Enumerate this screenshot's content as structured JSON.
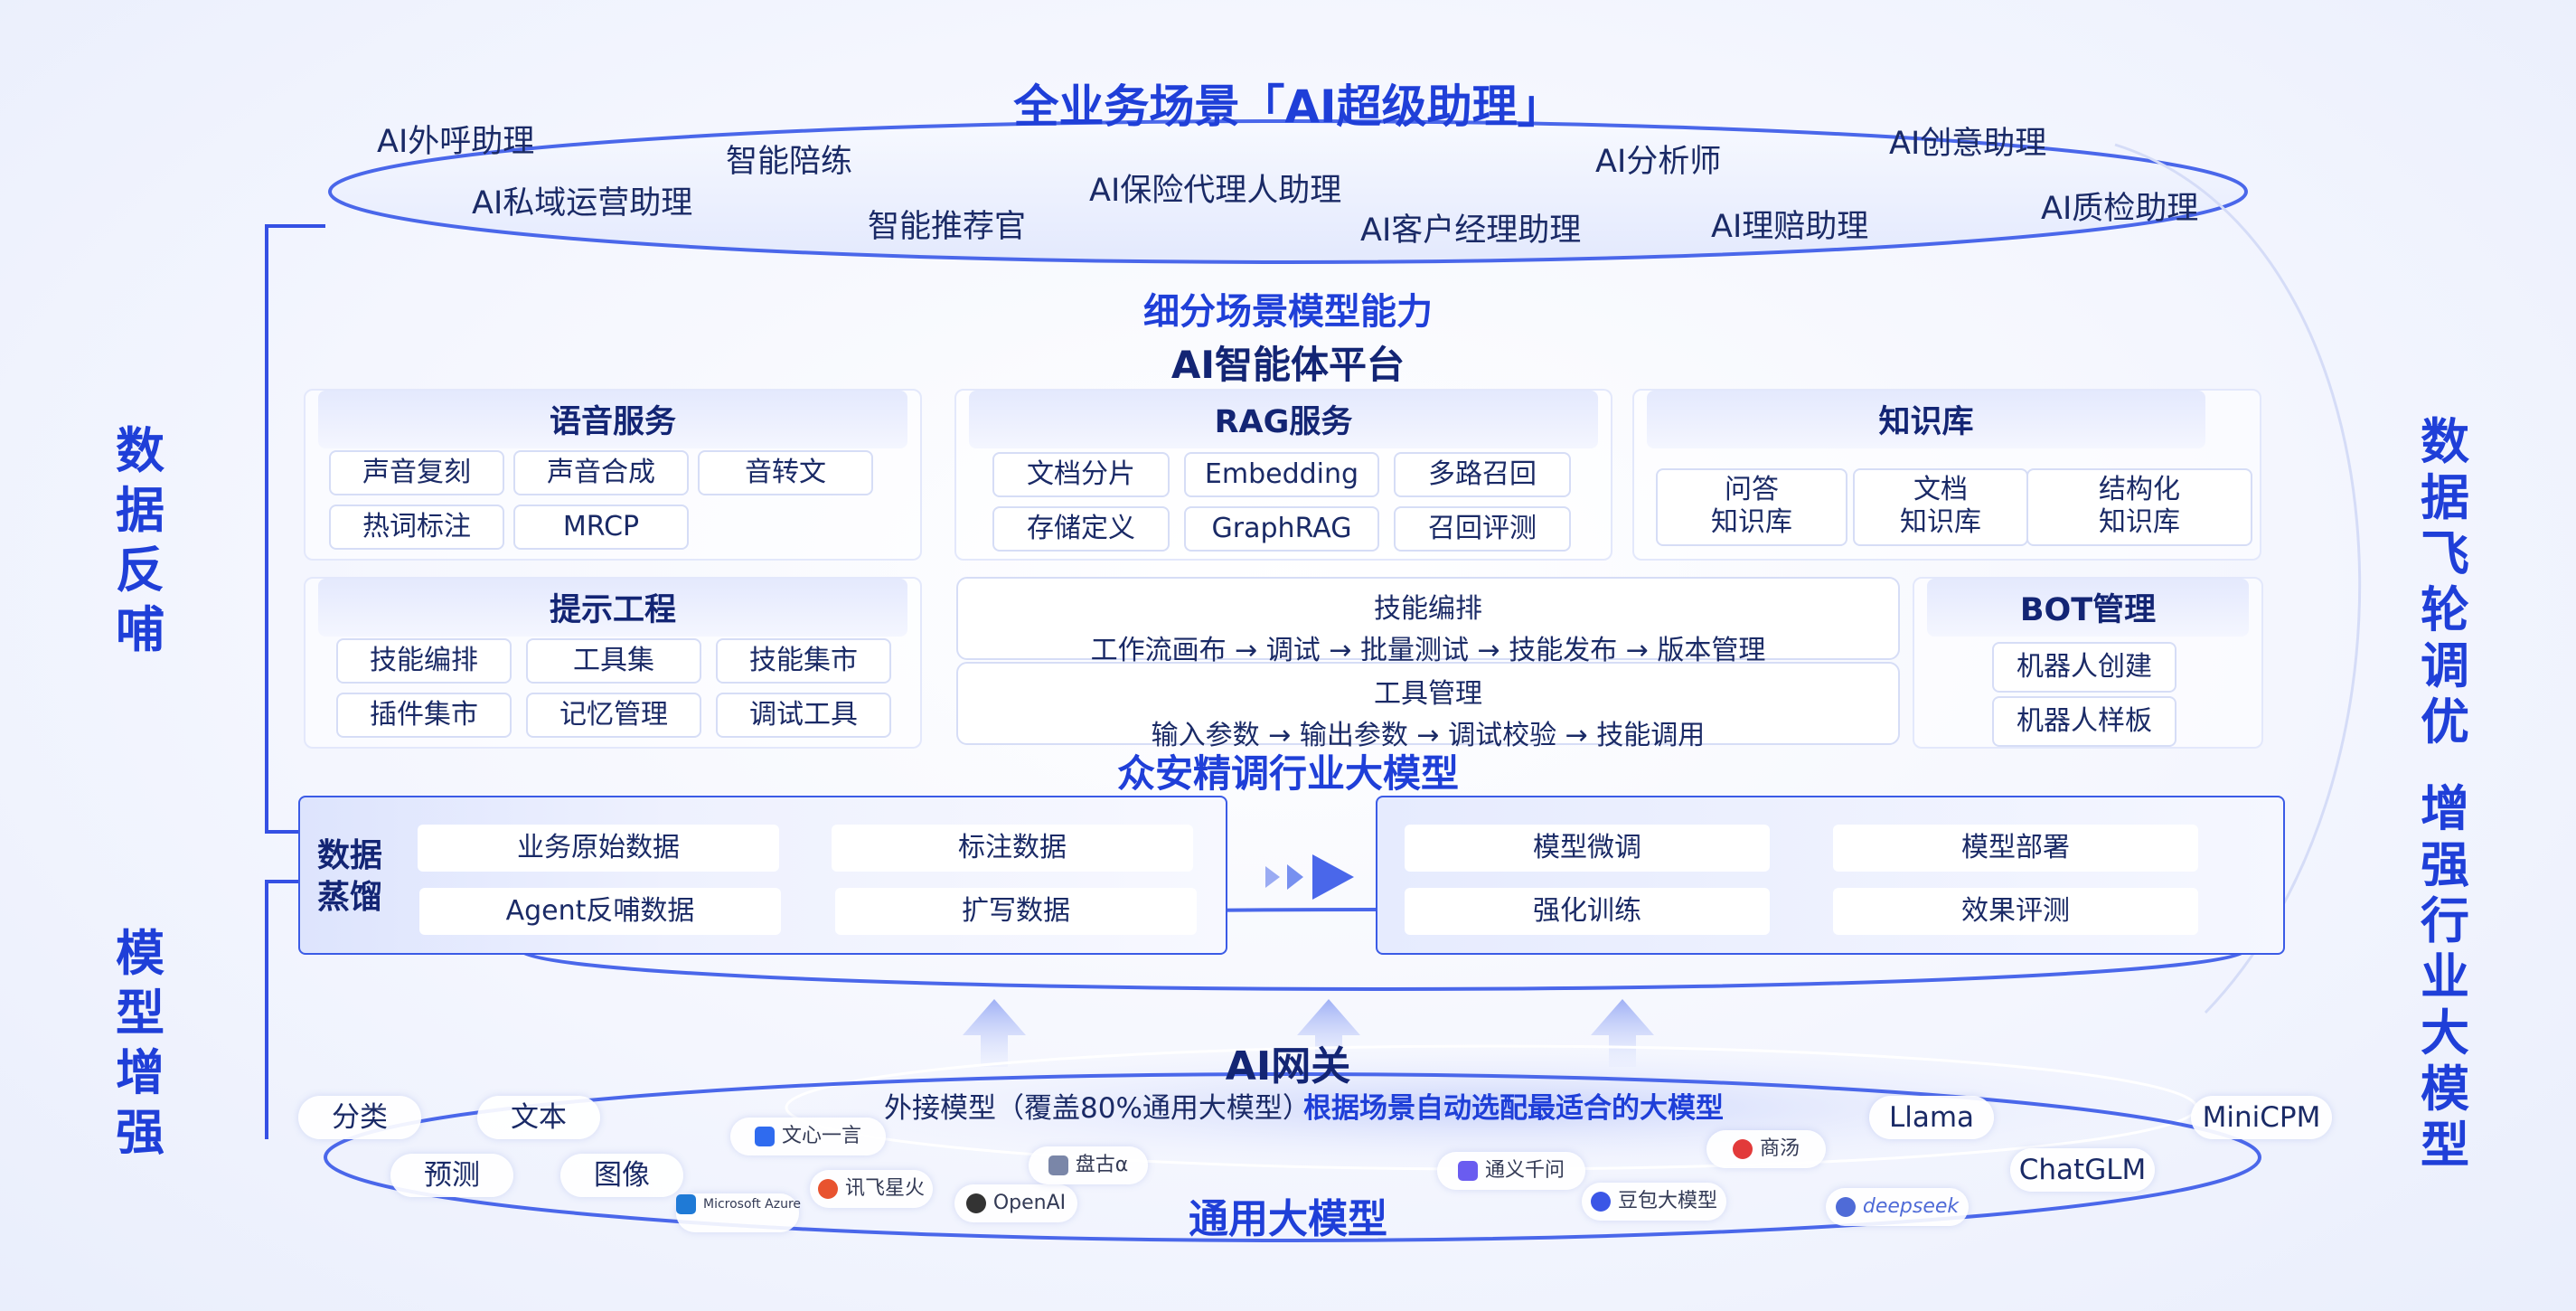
{
  "top": {
    "title": "全业务场景「AI超级助理」",
    "assistants": [
      "AI外呼助理",
      "智能陪练",
      "AI私域运营助理",
      "智能推荐官",
      "AI保险代理人助理",
      "AI客户经理助理",
      "AI分析师",
      "AI创意助理",
      "AI理赔助理",
      "AI质检助理"
    ]
  },
  "side": {
    "left_top": "数据反哺",
    "left_bottom": "模型增强",
    "right": "数据飞轮调优 增强行业大模型"
  },
  "platform": {
    "subtitle": "细分场景模型能力",
    "title": "AI智能体平台",
    "voice": {
      "title": "语音服务",
      "items": [
        "声音复刻",
        "声音合成",
        "音转文",
        "热词标注",
        "MRCP"
      ]
    },
    "rag": {
      "title": "RAG服务",
      "items": [
        "文档分片",
        "Embedding",
        "多路召回",
        "存储定义",
        "GraphRAG",
        "召回评测"
      ]
    },
    "kb": {
      "title": "知识库",
      "items": [
        [
          "问答",
          "知识库"
        ],
        [
          "文档",
          "知识库"
        ],
        [
          "结构化",
          "知识库"
        ]
      ]
    },
    "prompt": {
      "title": "提示工程",
      "items": [
        "技能编排",
        "工具集",
        "技能集市",
        "插件集市",
        "记忆管理",
        "调试工具"
      ]
    },
    "skill": {
      "title": "技能编排",
      "flow": "工作流画布 → 调试 → 批量测试 → 技能发布 → 版本管理"
    },
    "tool": {
      "title": "工具管理",
      "flow": "输入参数 → 输出参数 → 调试校验 → 技能调用"
    },
    "bot": {
      "title": "BOT管理",
      "items": [
        "机器人创建",
        "机器人样板"
      ]
    }
  },
  "industry": {
    "title": "众安精调行业大模型",
    "distill_label": "数据蒸馏",
    "data_items": [
      "业务原始数据",
      "Agent反哺数据",
      "标注数据",
      "扩写数据"
    ],
    "model_items": [
      "模型微调",
      "强化训练",
      "模型部署",
      "效果评测"
    ]
  },
  "gateway": {
    "title": "AI网关",
    "sub_left": "外接模型（覆盖80%通用大模型）",
    "sub_right": "根据场景自动选配最适合的大模型"
  },
  "general": {
    "title": "通用大模型",
    "tasks": [
      "分类",
      "文本",
      "预测",
      "图像"
    ],
    "models": [
      "文心一言",
      "讯飞星火",
      "Microsoft Azure",
      "OpenAI",
      "盘古α",
      "通义千问",
      "豆包大模型",
      "商汤",
      "deepseek",
      "Llama",
      "ChatGLM",
      "MiniCPM"
    ]
  },
  "colors": {
    "accent": "#1f3fd8",
    "dark": "#132574",
    "line": "#3b5be6"
  }
}
